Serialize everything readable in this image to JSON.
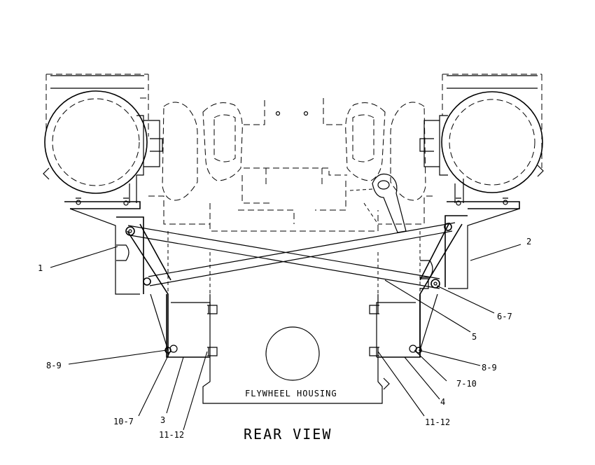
{
  "diagram": {
    "view_title": "REAR VIEW",
    "housing_label": "FLYWHEEL HOUSING",
    "callouts": {
      "c1": "1",
      "c2": "2",
      "c3": "3",
      "c4": "4",
      "c5": "5",
      "c6_7": "6-7",
      "c8_9_left": "8-9",
      "c8_9_right": "8-9",
      "c10_7": "10-7",
      "c7_10": "7-10",
      "c11_12_left": "11-12",
      "c11_12_right": "11-12"
    }
  }
}
